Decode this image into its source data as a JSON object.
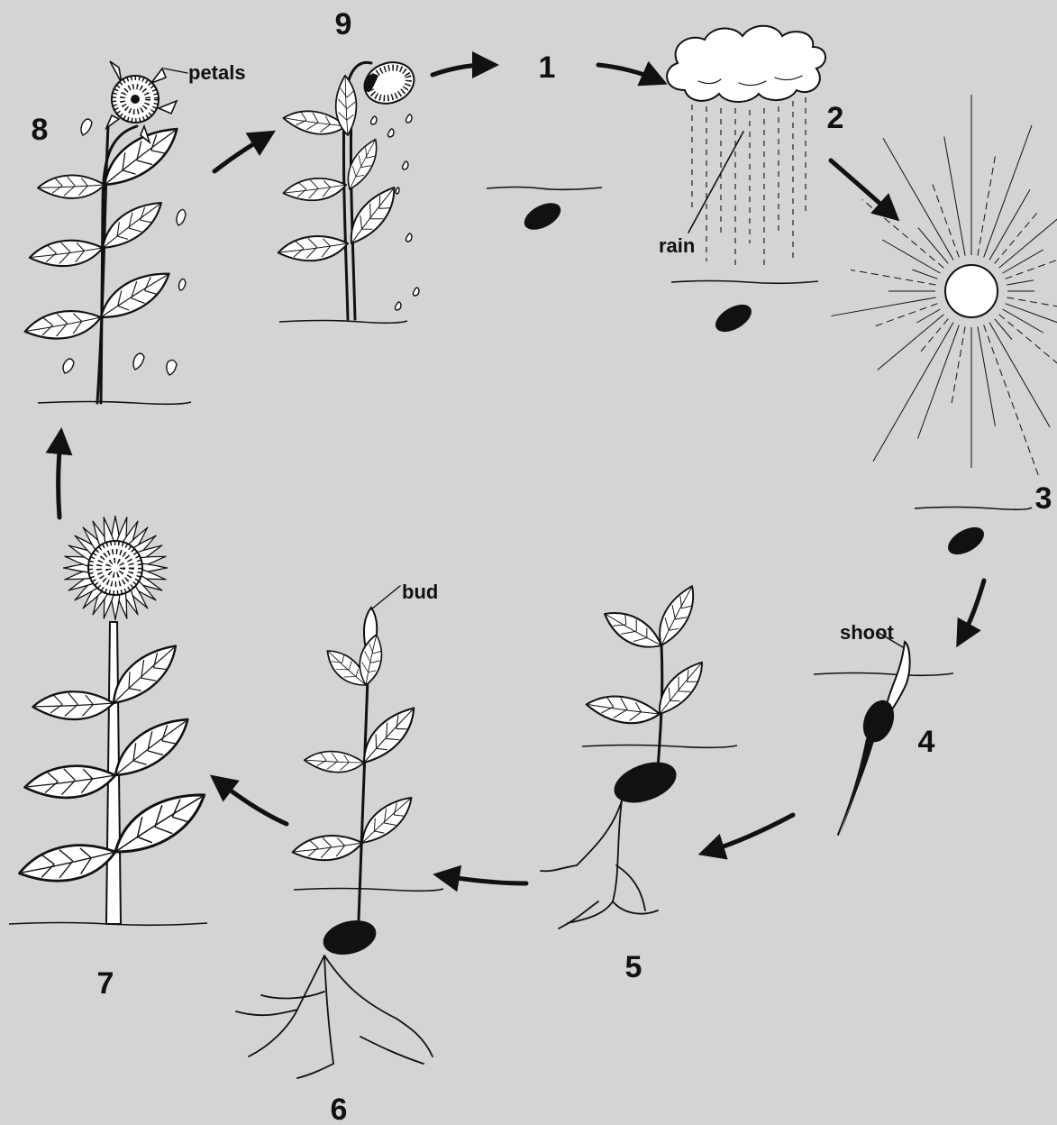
{
  "stages": [
    {
      "id": 1,
      "label": "1"
    },
    {
      "id": 2,
      "label": "2"
    },
    {
      "id": 3,
      "label": "3"
    },
    {
      "id": 4,
      "label": "4"
    },
    {
      "id": 5,
      "label": "5"
    },
    {
      "id": 6,
      "label": "6"
    },
    {
      "id": 7,
      "label": "7"
    },
    {
      "id": 8,
      "label": "8"
    },
    {
      "id": 9,
      "label": "9"
    }
  ],
  "labels": {
    "petals": "petals",
    "rain": "rain",
    "shoot": "shoot",
    "bud": "bud"
  },
  "colors": {
    "background": "#d3d4d6",
    "ink": "#111111",
    "fill": "#ffffff"
  }
}
